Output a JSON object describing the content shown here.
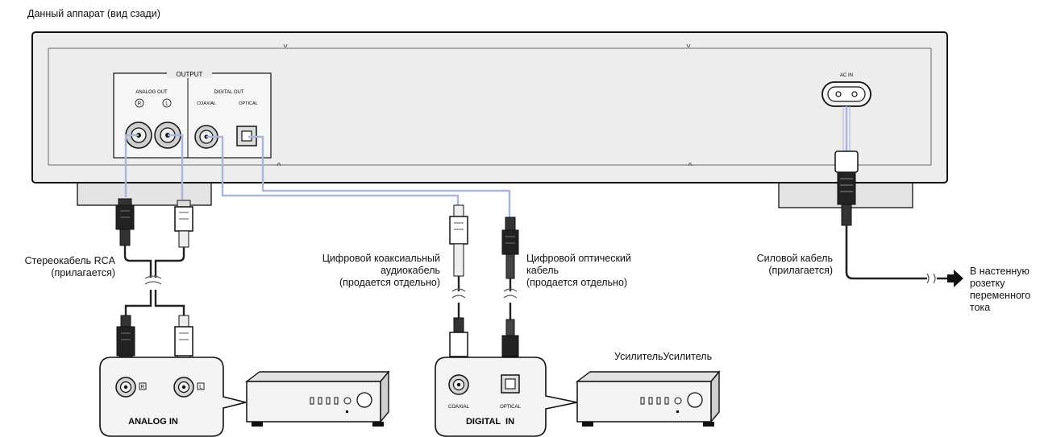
{
  "title": "Данный аппарат (вид сзади)",
  "panel": {
    "output_label": "OUTPUT",
    "analog_out_label": "ANALOG OUT",
    "channel_r": "R",
    "channel_l": "L",
    "digital_out_label": "DIGITAL OUT",
    "coaxial_label": "COAXIAL",
    "optical_label": "OPTICAL",
    "ac_in_label": "AC IN"
  },
  "labels": {
    "rca_cable": [
      "Стереокабель RCA",
      "(прилагается)"
    ],
    "coax_cable": [
      "Цифровой коаксиальный",
      "аудиокабель",
      "(продается отдельно)"
    ],
    "optical_cable": [
      "Цифровой оптический",
      "кабель",
      "(продается отдельно)"
    ],
    "power_cable": [
      "Силовой кабель",
      "(прилагается)"
    ],
    "wall_outlet": [
      "В настенную",
      "розетку",
      "переменного",
      "тока"
    ],
    "amplifier": "УсилительУсилитель"
  },
  "inputs": {
    "analog_in": "ANALOG IN",
    "channel_r": "R",
    "channel_l": "L",
    "digital_coaxial": "COAXIAL",
    "digital_optical": "OPTICAL",
    "digital_in": "DIGITAL  IN"
  },
  "colors": {
    "panel_fill": "#ededed",
    "outline": "#111111",
    "cable_accent": "#aab4dc",
    "cable_dark": "#222222"
  }
}
